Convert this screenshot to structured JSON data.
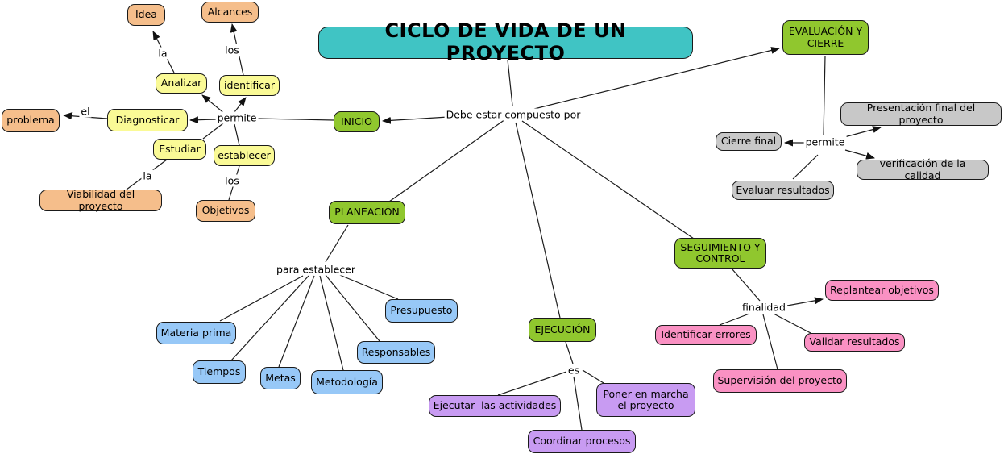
{
  "title": {
    "label": "CICLO DE VIDA DE UN PROYECTO"
  },
  "root_phrase": "Debe estar compuesto por",
  "colors": {
    "teal": "#40c4c4",
    "green": "#90c72e",
    "yellow": "#fafa96",
    "orange": "#f5be8b",
    "blue": "#97c8f7",
    "purple": "#c89bf2",
    "pink": "#fa91c3",
    "gray": "#c8c8c8",
    "line": "#1c1c1c",
    "background": "#ffffff"
  },
  "nodes": {
    "idea": {
      "label": "Idea"
    },
    "alcances": {
      "label": "Alcances"
    },
    "analizar": {
      "label": "Analizar"
    },
    "identificar": {
      "label": "identificar"
    },
    "problema": {
      "label": "problema"
    },
    "diagnosticar": {
      "label": "Diagnosticar"
    },
    "inicio": {
      "label": "INICIO"
    },
    "estudiar": {
      "label": "Estudiar"
    },
    "establecer": {
      "label": "establecer"
    },
    "viabilidad": {
      "label": "Viabilidad del proyecto"
    },
    "objetivos": {
      "label": "Objetivos"
    },
    "planeacion": {
      "label": "PLANEACIÓN"
    },
    "evaluacion": {
      "label": "EVALUACIÓN Y\nCIERRE"
    },
    "presentacion": {
      "label": "Presentación final del proyecto"
    },
    "cierre_final": {
      "label": "Cierre final"
    },
    "verificacion": {
      "label": "verificación de la calidad"
    },
    "evaluar": {
      "label": "Evaluar resultados"
    },
    "seguimiento": {
      "label": "SEGUIMIENTO Y\nCONTROL"
    },
    "materia_prima": {
      "label": "Materia prima"
    },
    "tiempos": {
      "label": "Tiempos"
    },
    "metas": {
      "label": "Metas"
    },
    "metodologia": {
      "label": "Metodología"
    },
    "presupuesto": {
      "label": "Presupuesto"
    },
    "responsables": {
      "label": "Responsables"
    },
    "ejecucion": {
      "label": "EJECUCIÓN"
    },
    "ejecutar": {
      "label": "Ejecutar  las actividades"
    },
    "poner": {
      "label": "Poner en marcha\nel proyecto"
    },
    "coordinar": {
      "label": "Coordinar procesos"
    },
    "identificar_errores": {
      "label": "Identificar errores"
    },
    "replantear": {
      "label": "Replantear objetivos"
    },
    "validar": {
      "label": "Validar resultados"
    },
    "supervision": {
      "label": "Supervisión del proyecto"
    }
  },
  "edge_labels": {
    "la_idea": "la",
    "los_alcances": "los",
    "el_problema": "el",
    "permite_inicio": "permite",
    "la_viabilidad": "la",
    "los_objetivos": "los",
    "para_establecer": "para establecer",
    "es": "es",
    "finalidad": "finalidad",
    "permite_cierre": "permite"
  }
}
